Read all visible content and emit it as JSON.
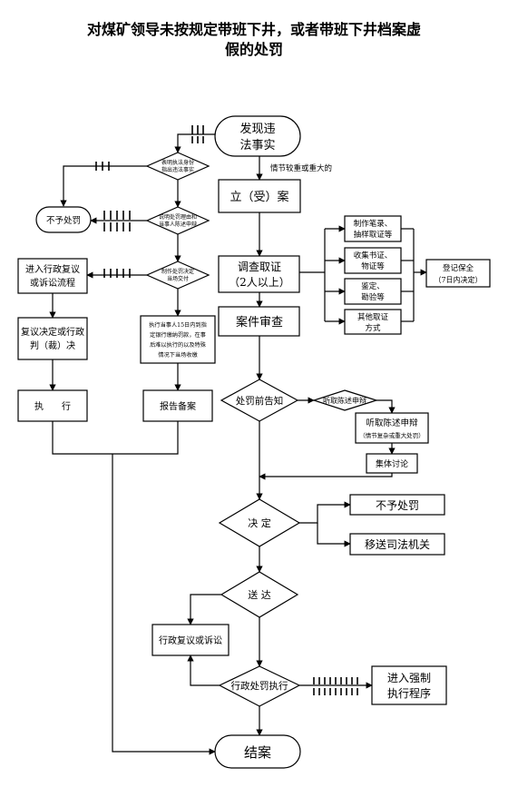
{
  "title": {
    "line1": "对煤矿领导未按规定带班下井，或者带班下井档案虚",
    "line2": "假的处罚"
  },
  "nodes": {
    "start_1": "发现违",
    "start_2": "法事实",
    "serious_note": "情节较重或重大的",
    "filing": "立（受）案",
    "investigate_1": "调查取证",
    "investigate_2": "（2人以上）",
    "evidence_1a": "制作笔录、",
    "evidence_1b": "抽样取证等",
    "evidence_2a": "收集书证、",
    "evidence_2b": "物证等",
    "evidence_3a": "鉴定、",
    "evidence_3b": "勘验等",
    "evidence_4a": "其他取证",
    "evidence_4b": "方式",
    "register_1": "登记保全",
    "register_2": "（7日内决定）",
    "case_review": "案件审查",
    "pre_notice": "处罚前告知",
    "hearing_diamond": "听取陈述申辩",
    "hearing_box_1": "听取陈述申辩",
    "hearing_box_2": "（情节复杂或重大处罚）",
    "collective": "集体讨论",
    "decision": "决 定",
    "no_penalty_right": "不予处罚",
    "transfer": "移送司法机关",
    "delivery": "送 达",
    "review_litigation": "行政复议或诉讼",
    "execution": "行政处罚执行",
    "forced_1": "进入强制",
    "forced_2": "执行程序",
    "end": "结案",
    "left_d1_a": "表明执法身份",
    "left_d1_b": "指出违法事实",
    "no_penalty_left": "不予处罚",
    "left_d2_a": "说明处罚理由和",
    "left_d2_b": "当事人陈述申辩",
    "left_d3_a": "制作处罚决定",
    "left_d3_b": "当场交付",
    "left_review_1": "进入行政复议",
    "left_review_2": "或诉讼流程",
    "left_payment_1": "执行当事人15日内到指",
    "left_payment_2": "定银行缴纳罚款，在事",
    "left_payment_3": "后难以执行的以及特殊",
    "left_payment_4": "情况下当场收缴",
    "left_decision_1": "复议决定或行政",
    "left_decision_2": "判（裁）决",
    "left_execute": "执　　行",
    "left_report": "报告备案"
  }
}
